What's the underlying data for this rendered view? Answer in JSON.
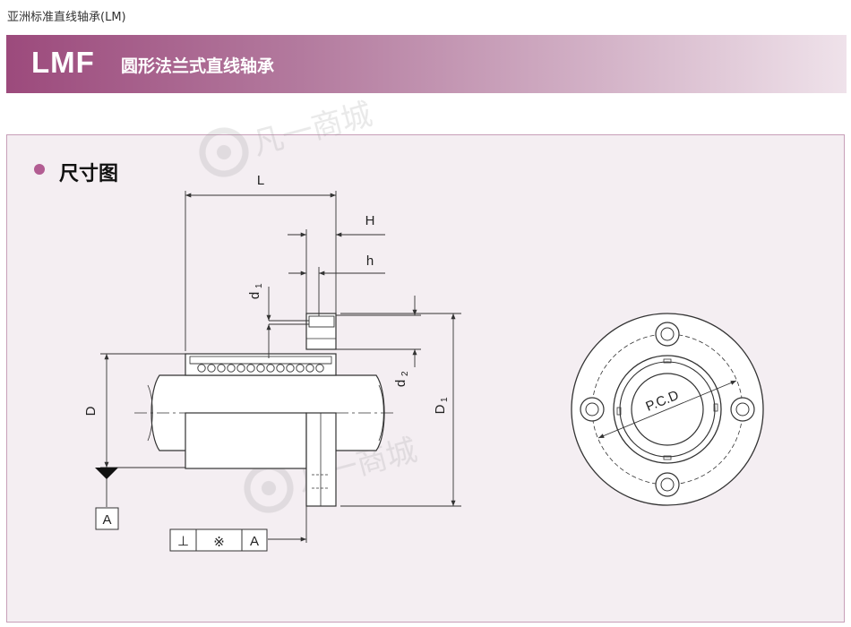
{
  "breadcrumb": "亚洲标准直线轴承(LM)",
  "header": {
    "code": "LMF",
    "title": "圆形法兰式直线轴承",
    "color_start": "#9c4a7c",
    "color_end": "#efe2ea"
  },
  "section": {
    "title": "尺寸图",
    "bullet_color": "#b25c92"
  },
  "labels": {
    "L": "L",
    "H": "H",
    "h": "h",
    "d1": "d",
    "d1_sub": "1",
    "d2": "d",
    "d2_sub": "2",
    "D": "D",
    "D1": "D",
    "D1_sub": "1",
    "datum": "A",
    "tol_perp": "⊥",
    "tol_mark": "※",
    "tol_datum": "A",
    "pcd": "P.C.D"
  },
  "watermark": "凡一商城"
}
